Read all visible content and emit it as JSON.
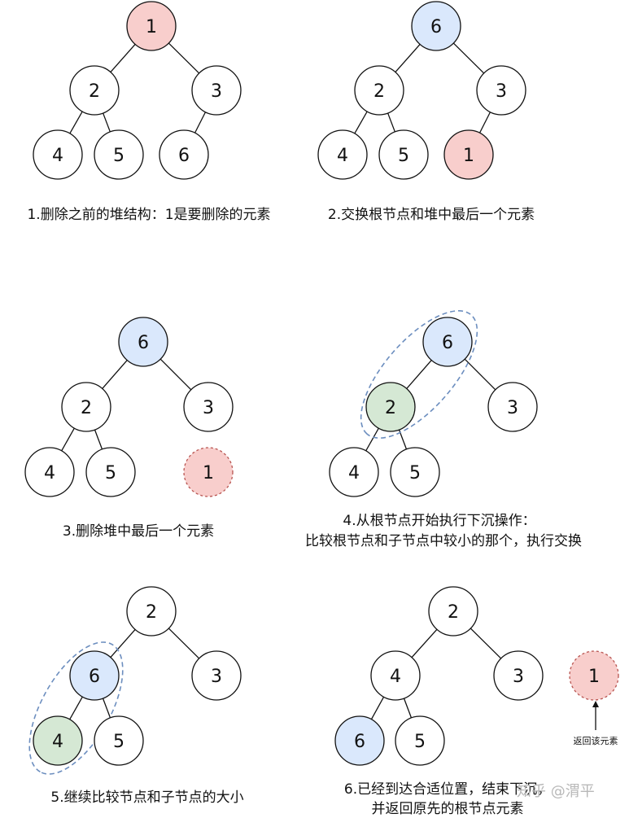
{
  "colors": {
    "plain": "#ffffff",
    "root_removed": "#f8cecc",
    "swapped": "#dae8fc",
    "compared": "#d5e8d4",
    "dashed_stroke": "#6c8ebf",
    "ghost_stroke": "#b85450",
    "line": "#111111"
  },
  "panels": [
    {
      "caption_lines": [
        "1.删除之前的堆结构：1是要删除的元素"
      ]
    },
    {
      "caption_lines": [
        "2.交换根节点和堆中最后一个元素"
      ]
    },
    {
      "caption_lines": [
        "3.删除堆中最后一个元素"
      ]
    },
    {
      "caption_lines": [
        "4.从根节点开始执行下沉操作：",
        "比较根节点和子节点中较小的那个，执行交换"
      ]
    },
    {
      "caption_lines": [
        "5.继续比较节点和子节点的大小"
      ]
    },
    {
      "caption_lines": [
        "6.已经到达合适位置，结束下沉，",
        "并返回原先的根节点元素"
      ]
    }
  ],
  "return_label": "返回该元素",
  "watermark": "知乎 @渭平",
  "nodes": [
    {
      "panel": 1,
      "value": "1",
      "style": "root_removed"
    },
    {
      "panel": 1,
      "value": "2",
      "style": "plain"
    },
    {
      "panel": 1,
      "value": "3",
      "style": "plain"
    },
    {
      "panel": 1,
      "value": "4",
      "style": "plain"
    },
    {
      "panel": 1,
      "value": "5",
      "style": "plain"
    },
    {
      "panel": 1,
      "value": "6",
      "style": "plain"
    },
    {
      "panel": 2,
      "value": "6",
      "style": "swapped"
    },
    {
      "panel": 2,
      "value": "2",
      "style": "plain"
    },
    {
      "panel": 2,
      "value": "3",
      "style": "plain"
    },
    {
      "panel": 2,
      "value": "4",
      "style": "plain"
    },
    {
      "panel": 2,
      "value": "5",
      "style": "plain"
    },
    {
      "panel": 2,
      "value": "1",
      "style": "root_removed"
    },
    {
      "panel": 3,
      "value": "6",
      "style": "swapped"
    },
    {
      "panel": 3,
      "value": "2",
      "style": "plain"
    },
    {
      "panel": 3,
      "value": "3",
      "style": "plain"
    },
    {
      "panel": 3,
      "value": "4",
      "style": "plain"
    },
    {
      "panel": 3,
      "value": "5",
      "style": "plain"
    },
    {
      "panel": 3,
      "value": "1",
      "style": "removed_ghost"
    },
    {
      "panel": 4,
      "value": "6",
      "style": "swapped"
    },
    {
      "panel": 4,
      "value": "2",
      "style": "compared"
    },
    {
      "panel": 4,
      "value": "3",
      "style": "plain"
    },
    {
      "panel": 4,
      "value": "4",
      "style": "plain"
    },
    {
      "panel": 4,
      "value": "5",
      "style": "plain"
    },
    {
      "panel": 5,
      "value": "2",
      "style": "plain"
    },
    {
      "panel": 5,
      "value": "6",
      "style": "swapped"
    },
    {
      "panel": 5,
      "value": "3",
      "style": "plain"
    },
    {
      "panel": 5,
      "value": "4",
      "style": "compared"
    },
    {
      "panel": 5,
      "value": "5",
      "style": "plain"
    },
    {
      "panel": 6,
      "value": "2",
      "style": "plain"
    },
    {
      "panel": 6,
      "value": "4",
      "style": "plain"
    },
    {
      "panel": 6,
      "value": "3",
      "style": "plain"
    },
    {
      "panel": 6,
      "value": "6",
      "style": "swapped"
    },
    {
      "panel": 6,
      "value": "5",
      "style": "plain"
    },
    {
      "panel": 6,
      "value": "1",
      "style": "removed_ghost"
    }
  ]
}
